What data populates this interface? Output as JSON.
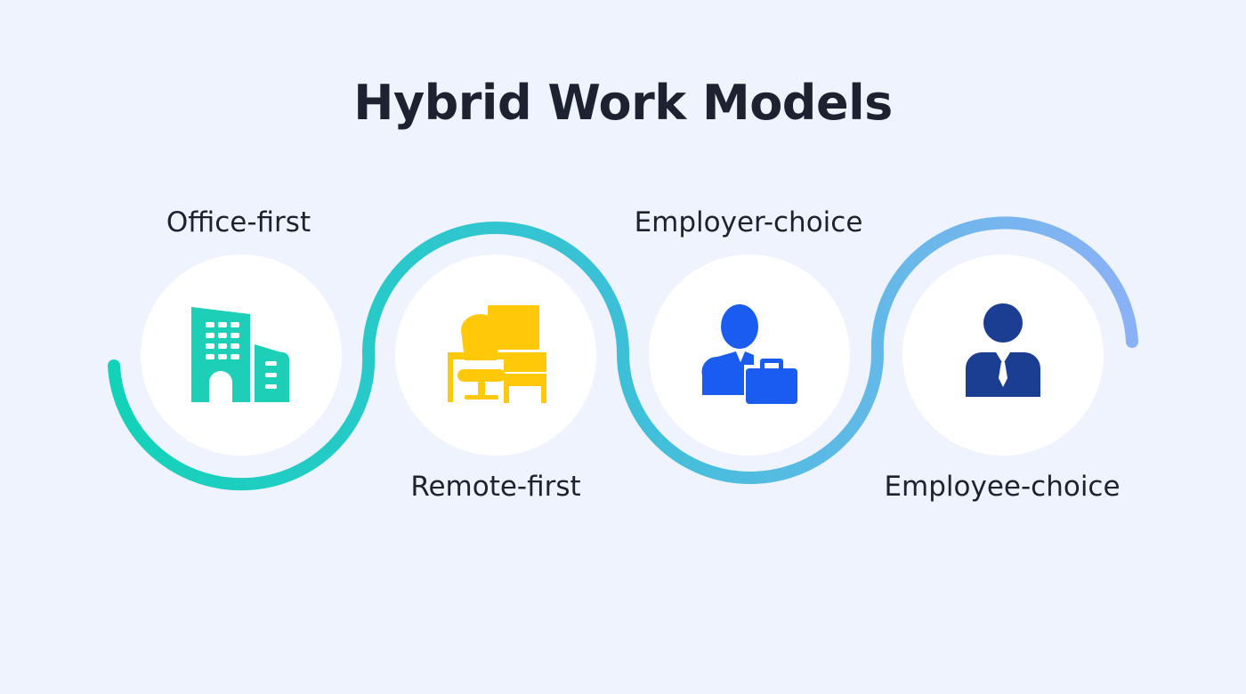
{
  "title": "Hybrid Work Models",
  "models": [
    {
      "label": "Office-first",
      "icon": "office-building-icon",
      "color": "#1ecfb8"
    },
    {
      "label": "Remote-first",
      "icon": "desk-chair-icon",
      "color": "#ffc90a"
    },
    {
      "label": "Employer-choice",
      "icon": "employer-briefcase-icon",
      "color": "#1a5cf0"
    },
    {
      "label": "Employee-choice",
      "icon": "employee-person-icon",
      "color": "#1b3e92"
    }
  ],
  "colors": {
    "background": "#eef3fe",
    "wave_start": "#12d3b8",
    "wave_end": "#8cb1f7"
  }
}
